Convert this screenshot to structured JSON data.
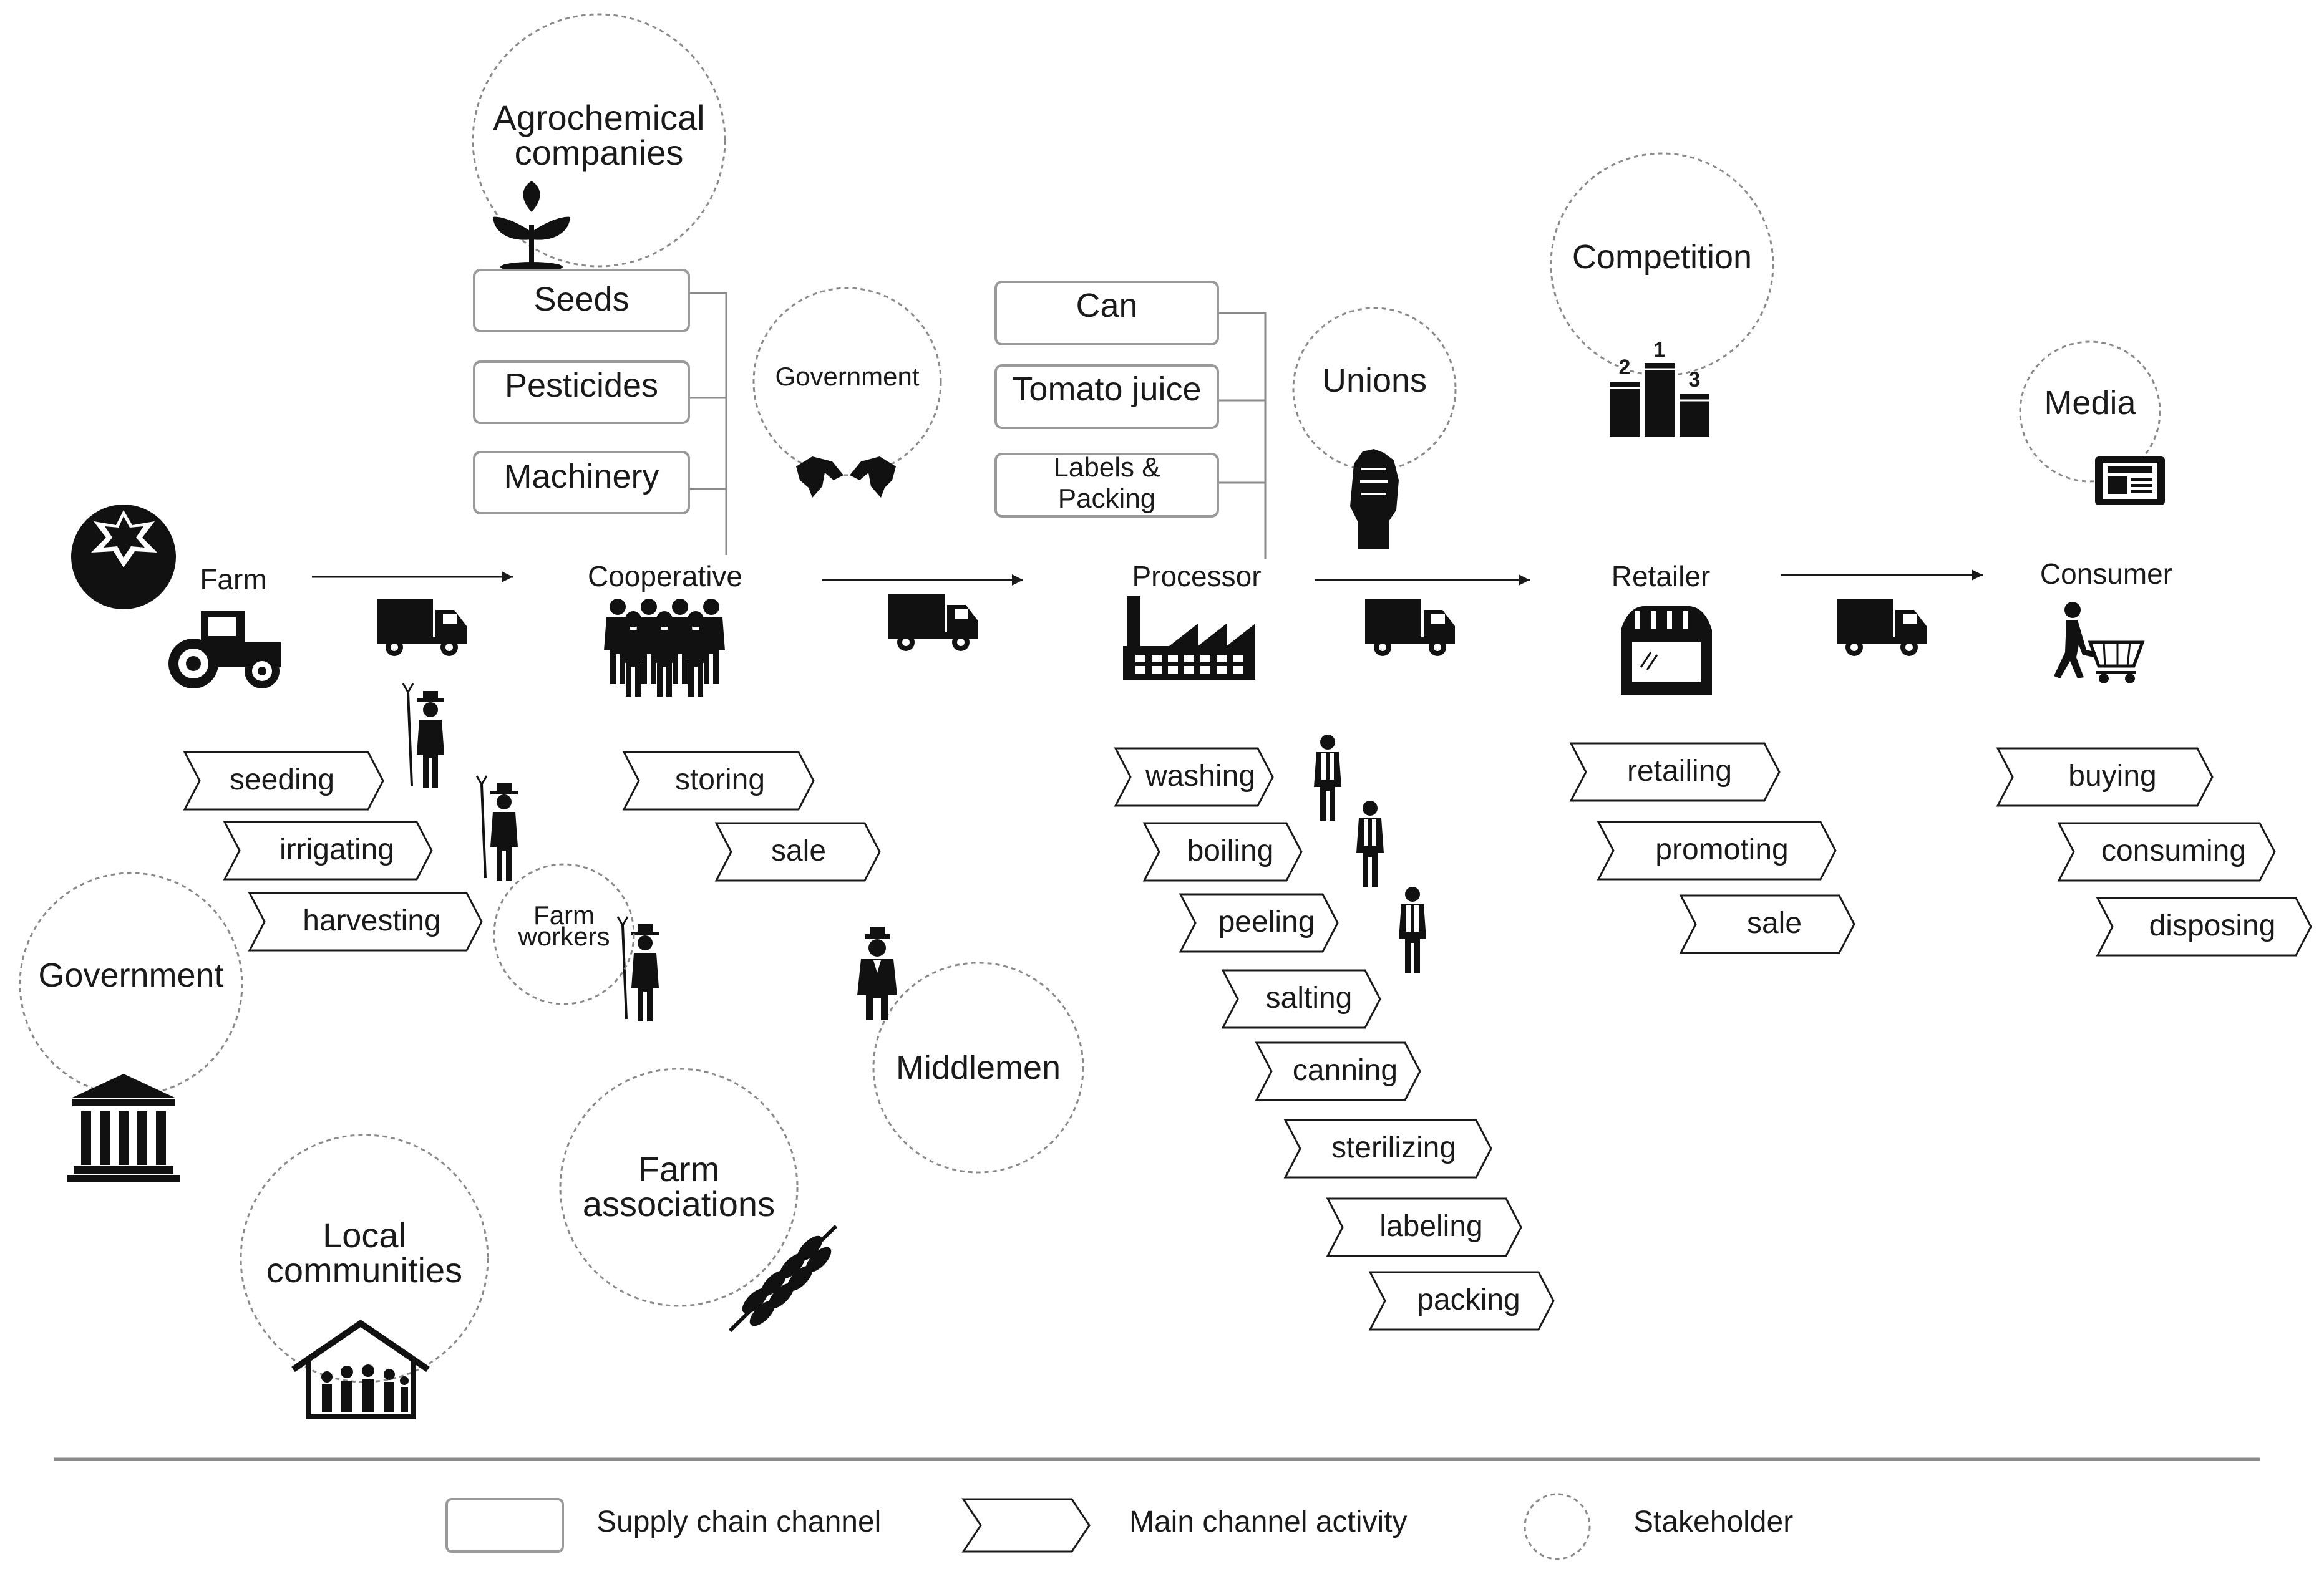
{
  "stages": {
    "farm": "Farm",
    "cooperative": "Cooperative",
    "processor": "Processor",
    "retailer": "Retailer",
    "consumer": "Consumer"
  },
  "inputs": {
    "cooperative": [
      "Seeds",
      "Pesticides",
      "Machinery"
    ],
    "processor": [
      "Can",
      "Tomato juice",
      "Labels &",
      "Packing"
    ]
  },
  "stakeholders": {
    "agrochemical": [
      "Agrochemical",
      "companies"
    ],
    "government_top": "Government",
    "unions": "Unions",
    "competition": "Competition",
    "media": "Media",
    "government_left": "Government",
    "farm_workers": [
      "Farm",
      "workers"
    ],
    "middlemen": "Middlemen",
    "farm_associations": [
      "Farm",
      "associations"
    ],
    "local_communities": [
      "Local",
      "communities"
    ]
  },
  "activities": {
    "farm": [
      "seeding",
      "irrigating",
      "harvesting"
    ],
    "cooperative": [
      "storing",
      "sale"
    ],
    "processor": [
      "washing",
      "boiling",
      "peeling",
      "salting",
      "canning",
      "sterilizing",
      "labeling",
      "packing"
    ],
    "retailer": [
      "retailing",
      "promoting",
      "sale"
    ],
    "consumer": [
      "buying",
      "consuming",
      "disposing"
    ]
  },
  "podium": {
    "first": "1",
    "second": "2",
    "third": "3"
  },
  "legend": {
    "channel": "Supply chain channel",
    "activity": "Main channel activity",
    "stakeholder": "Stakeholder"
  },
  "icons": [
    "tomato-icon",
    "tractor-icon",
    "truck-icon",
    "group-icon",
    "factory-icon",
    "shop-icon",
    "shopping-cart-icon",
    "plant-icon",
    "handshake-icon",
    "fist-icon",
    "podium-icon",
    "newspaper-icon",
    "farmer-icon",
    "worker-icon",
    "businessman-icon",
    "bank-icon",
    "wheat-icon",
    "house-icon"
  ],
  "colors": {
    "ink": "#111111",
    "outline": "#9a9a9a"
  }
}
